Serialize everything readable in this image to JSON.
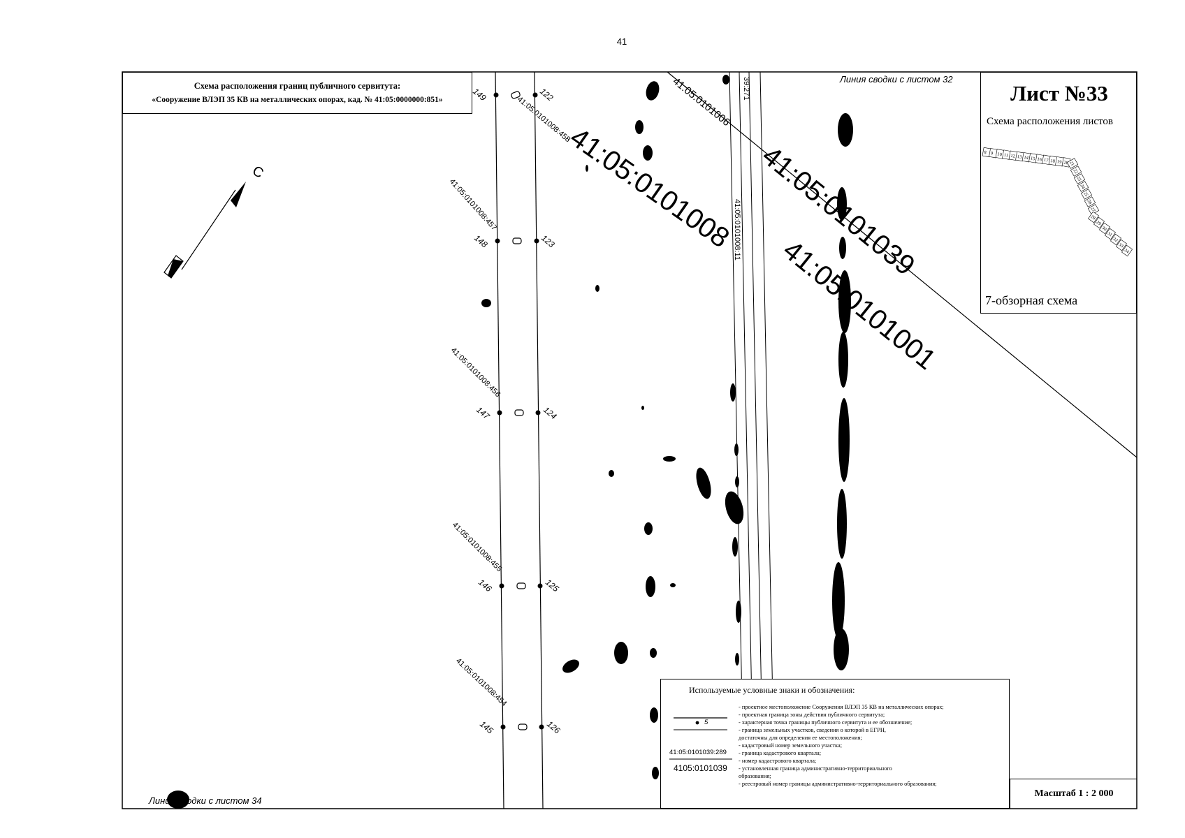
{
  "page_number": "41",
  "title": {
    "line1": "Схема расположения границ публичного сервитута:",
    "line2": "«Сооружение ВЛЭП 35 КВ на металлических опорах, кад. № 41:05:0000000:851»"
  },
  "sheet": {
    "title": "Лист №33",
    "subtitle": "Схема расположения листов",
    "scheme_label": "7-обзорная схема",
    "mini_numbers": [
      "8",
      "9",
      "10",
      "11",
      "12",
      "13",
      "14",
      "15",
      "16",
      "17",
      "18",
      "19",
      "20",
      "21",
      "22",
      "23",
      "24",
      "25",
      "26",
      "27",
      "28",
      "29",
      "30",
      "31",
      "32",
      "33",
      "34"
    ]
  },
  "north_label": "С",
  "junction": {
    "top": "Линия сводки с листом 32",
    "bottom": "Линия сводки с листом 34"
  },
  "quarters": {
    "q1008": "41:05:0101008",
    "q1039": "41:05:0101039",
    "q1001": "41:05:0101001",
    "q1006": "41:05:0101006"
  },
  "parcels": {
    "p458": "41:05:0101008:458",
    "p457": "41:05:0101008:457",
    "p456": "41:05:0101008:456",
    "p455": "41:05:0101008:455",
    "p454": "41:05:0101008:454",
    "p11": "41:05:0101008:11",
    "p271": "39:271"
  },
  "points_left": [
    "149",
    "148",
    "147",
    "146",
    "145"
  ],
  "points_right": [
    "122",
    "123",
    "124",
    "125",
    "126"
  ],
  "legend": {
    "title": "Используемые условные знаки и обозначения:",
    "items": [
      "- проектное местоположение Сооружения ВЛЭП 35 КВ на металлических опорах;",
      "- проектная граница зоны действия публичного сервитута;",
      "- характерная точка границы публичного сервитута и ее обозначение;",
      "- граница земельных участков, сведения о которой в ЕГРН,",
      "  достаточны для определения ее местоположения;",
      "- кадастровый номер земельного участка;",
      "- граница кадастрового квартала;",
      "- номер кадастрового квартала;",
      "- установленная граница административно-территориального",
      "  образования;",
      "- реестровый номер границы административно-территориального  образования;"
    ],
    "sample_point": "5",
    "sample_parcel": "41:05:0101039:289",
    "sample_quarter": "4105:0101039"
  },
  "scale": "Масштаб 1 : 2 000"
}
